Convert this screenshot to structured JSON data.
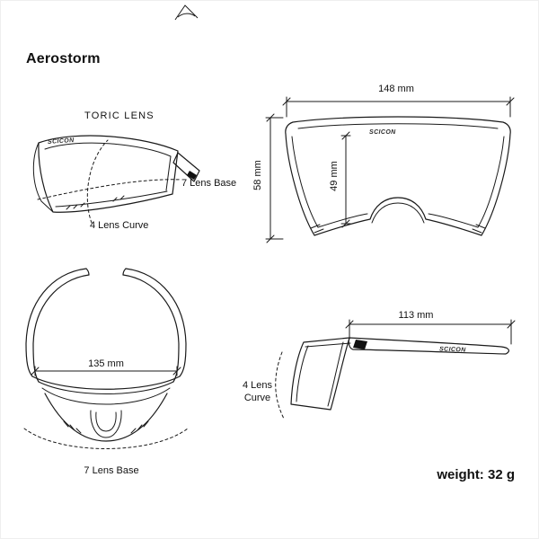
{
  "header": {
    "title": "Aerostorm"
  },
  "brand": {
    "logo": "SCICON"
  },
  "perspective_view": {
    "toric_label": "TORIC LENS",
    "lens_base_label": "7 Lens Base",
    "lens_curve_label": "4 Lens Curve"
  },
  "front_view": {
    "width_label": "148 mm",
    "height_label": "58 mm",
    "lens_height_label": "49 mm"
  },
  "top_view": {
    "width_label": "135 mm",
    "lens_base_label": "7 Lens Base"
  },
  "side_view": {
    "temple_label": "113 mm",
    "lens_curve_line1": "4 Lens",
    "lens_curve_line2": "Curve"
  },
  "footer": {
    "weight_label": "weight: 32 g"
  },
  "colors": {
    "line": "#1a1a1a",
    "text": "#111111",
    "background": "#ffffff"
  }
}
